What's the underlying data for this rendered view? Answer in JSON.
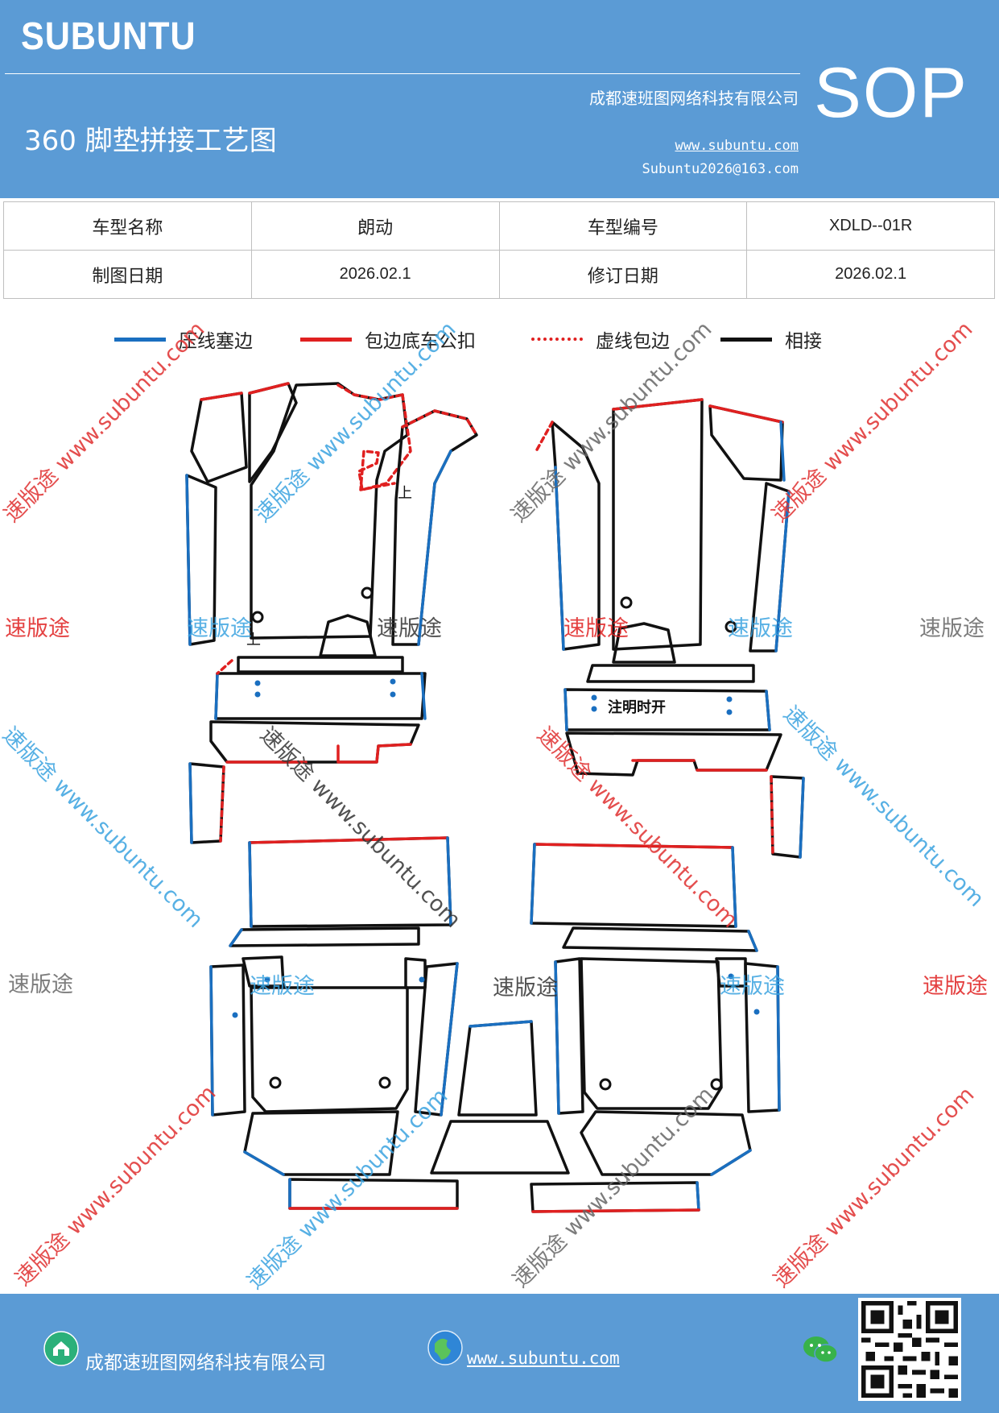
{
  "header": {
    "brand": "SUBUNTU",
    "company": "成都速班图网络科技有限公司",
    "title": "360 脚垫拼接工艺图",
    "website": "www.subuntu.com",
    "email": "Subuntu2026@163.com",
    "sop": "SOP"
  },
  "info_table": {
    "rows": [
      {
        "label1": "车型名称",
        "value1": "朗动",
        "label2": "车型编号",
        "value2": "XDLD--01R"
      },
      {
        "label1": "制图日期",
        "value1": "2026.02.1",
        "label2": "修订日期",
        "value2": "2026.02.1"
      }
    ]
  },
  "legend": [
    {
      "label": "压线塞边",
      "color": "#1a6fc0",
      "style": "solid"
    },
    {
      "label": "包边底车公扣",
      "color": "#e02020",
      "style": "solid"
    },
    {
      "label": "虚线包边",
      "color": "#e02020",
      "style": "dotted"
    },
    {
      "label": "相接",
      "color": "#111111",
      "style": "solid"
    }
  ],
  "diagram": {
    "annotations": [
      "上",
      "上",
      "注明时开"
    ]
  },
  "watermarks": {
    "brand": "速版途",
    "url": "www.subuntu.com",
    "combo": "速版途 www.subuntu.com"
  },
  "footer": {
    "company": "成都速班图网络科技有限公司",
    "website": "www.subuntu.com"
  },
  "colors": {
    "header_bg": "#5b9bd5",
    "blue_line": "#1a6fc0",
    "red_line": "#e02020",
    "black_line": "#111111"
  },
  "icons": [
    "home-icon",
    "globe-icon",
    "wechat-icon",
    "qr-code"
  ]
}
